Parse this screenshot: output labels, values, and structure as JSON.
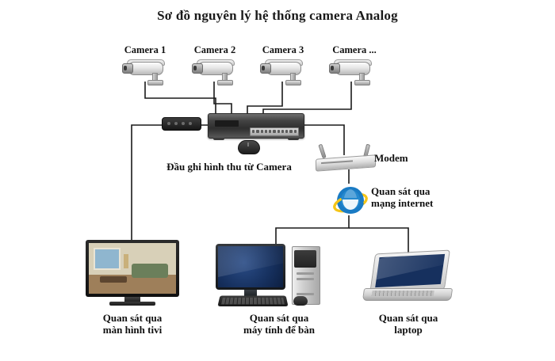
{
  "title": "Sơ đồ nguyên lý hệ thống camera Analog",
  "cameras": [
    {
      "label": "Camera 1",
      "name": "camera-1"
    },
    {
      "label": "Camera 2",
      "name": "camera-2"
    },
    {
      "label": "Camera 3",
      "name": "camera-3"
    },
    {
      "label": "Camera ...",
      "name": "camera-n"
    }
  ],
  "nodes": {
    "dvr_label": "Đầu ghi hình thu từ Camera",
    "modem_label": "Modem",
    "internet_label": "Quan sát qua\nmạng internet",
    "tv_label": "Quan sát qua\nmàn hình tivi",
    "desktop_label": "Quan sát qua\nmáy tính để bàn",
    "laptop_label": "Quan sát qua\nlaptop"
  },
  "colors": {
    "background": "#ffffff",
    "wire": "#1a1a1a",
    "text": "#111111",
    "ie_blue": "#1a7bc4",
    "ie_yellow": "#f5c518"
  }
}
